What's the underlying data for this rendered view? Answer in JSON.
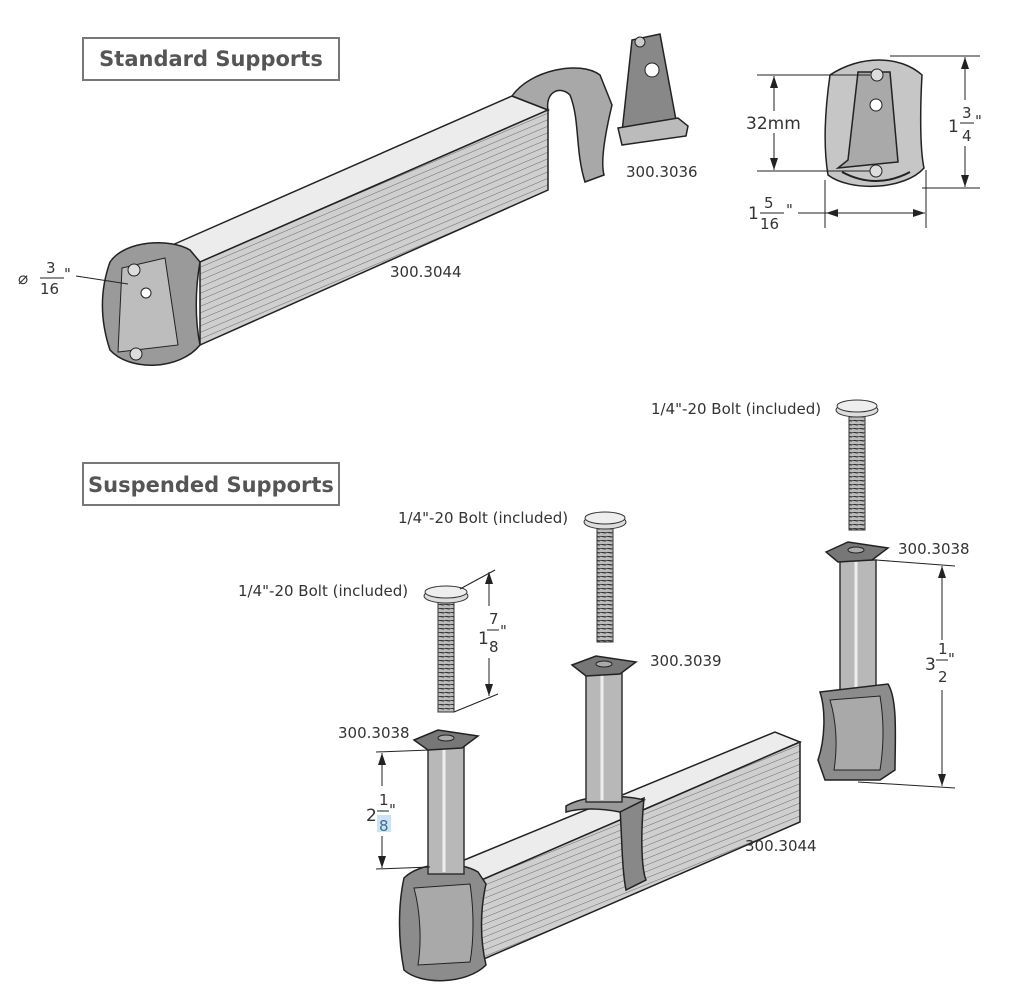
{
  "titles": {
    "standard": "Standard Supports",
    "suspended": "Suspended Supports"
  },
  "standard": {
    "bar_part": "300.3044",
    "bracket_part": "300.3036",
    "hole_dia": {
      "symbol": "⌀",
      "num": "3",
      "den": "16",
      "unit": "\""
    },
    "height_mm": "32mm",
    "height_in": {
      "whole": "1",
      "num": "3",
      "den": "4",
      "unit": "\""
    },
    "width_in": {
      "whole": "1",
      "num": "5",
      "den": "16",
      "unit": "\""
    }
  },
  "suspended": {
    "bolt_label": "1/4\"-20 Bolt (included)",
    "bolt_length": {
      "whole": "1",
      "num": "7",
      "den": "8",
      "unit": "\""
    },
    "short_post_part": "300.3038",
    "short_post_height": {
      "whole": "2",
      "num": "1",
      "den": "8",
      "unit": "\""
    },
    "mid_post_part": "300.3039",
    "long_post_part": "300.3038",
    "long_post_height": {
      "whole": "3",
      "num": "1",
      "den": "2",
      "unit": "\""
    },
    "bar_part": "300.3044"
  },
  "colors": {
    "face": "#e6e6e6",
    "side": "#bdbdbd",
    "dark": "#7a7a7a",
    "highlight": "#8ab4d4"
  }
}
